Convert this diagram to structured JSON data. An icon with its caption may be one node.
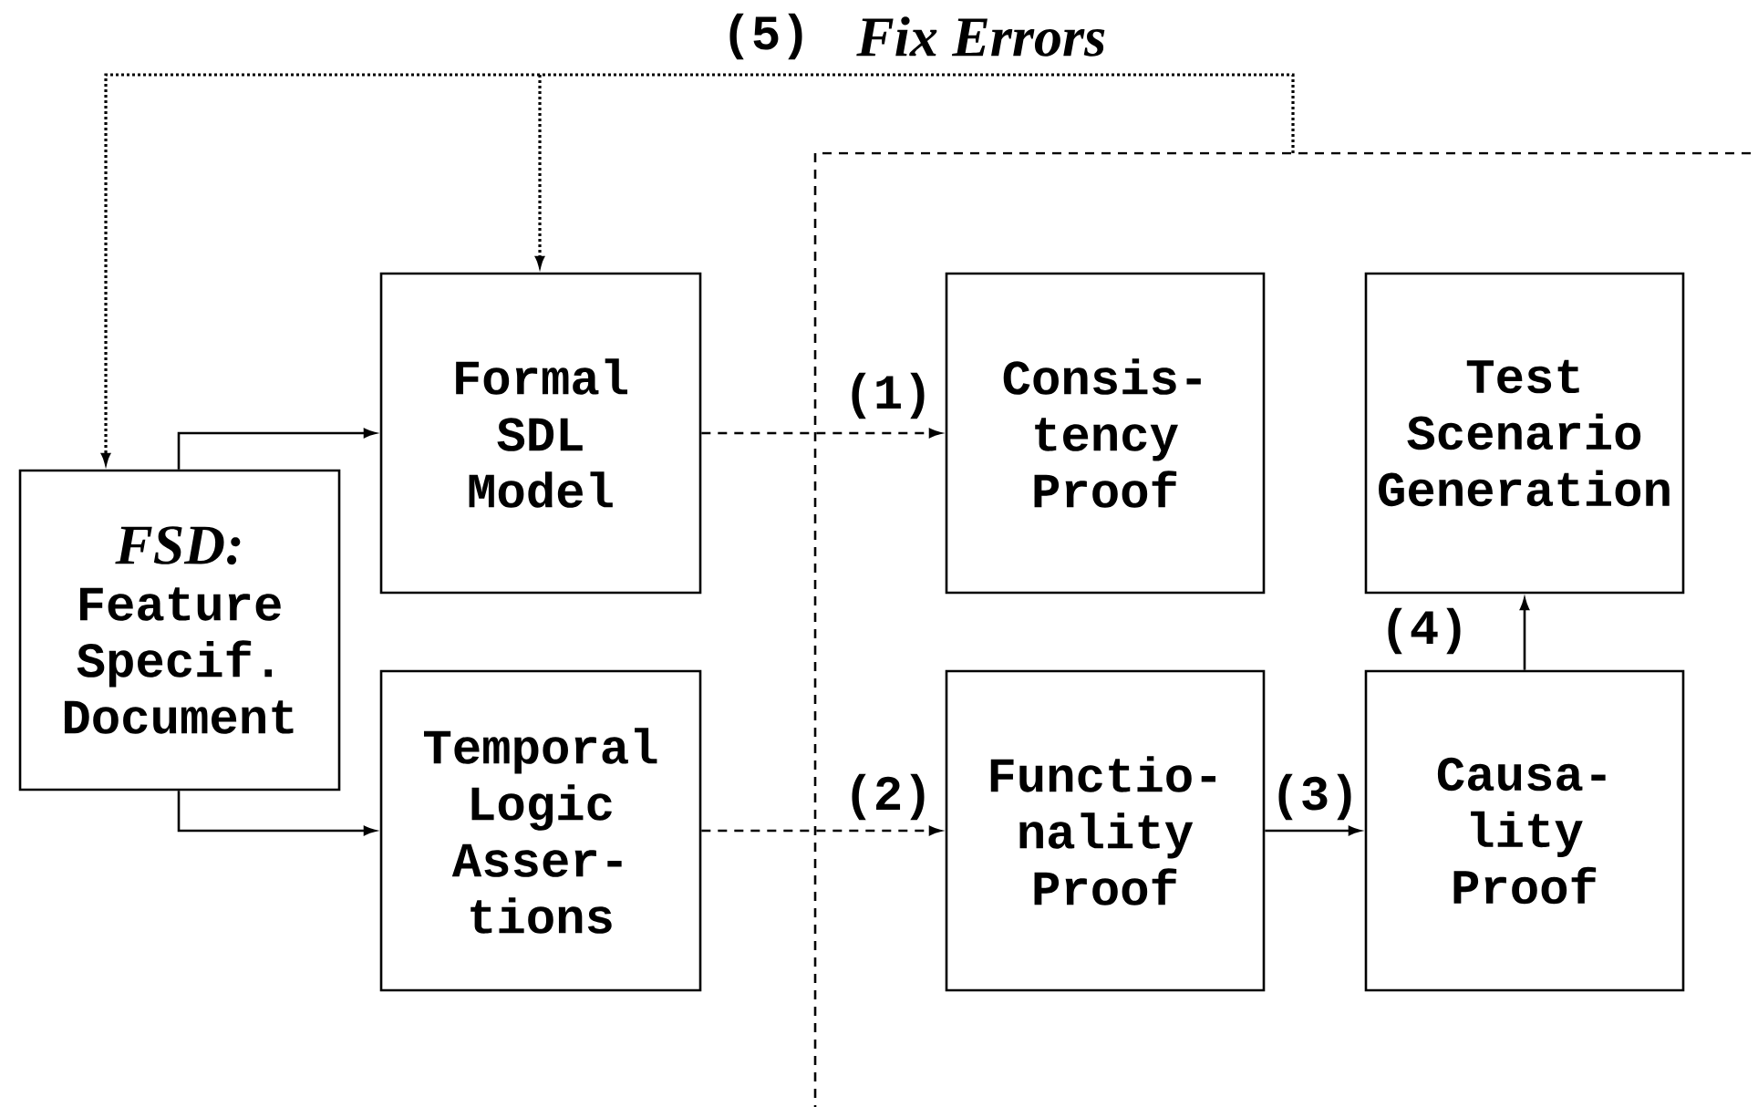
{
  "diagram": {
    "nodes": [
      {
        "text": [
          "FSD:",
          "Feature Specif. Document"
        ]
      },
      {
        "text": [
          "Formal SDL Model"
        ]
      },
      {
        "text": [
          "Temporal Logic Asser- tions"
        ]
      },
      {
        "text": [
          "Consis- tency Proof"
        ]
      },
      {
        "text": [
          "Test Scenario Generation"
        ]
      },
      {
        "text": [
          "Functio- nality Proof"
        ]
      },
      {
        "text": [
          "Causa- lity Proof"
        ]
      }
    ],
    "edges": [
      {
        "from": 0,
        "to": 1,
        "arrow": "to"
      },
      {
        "from": 0,
        "to": 2,
        "arrow": "to"
      },
      {
        "from": 1,
        "to": 3,
        "arrow": "to",
        "style": "dashed",
        "label": "(1)"
      },
      {
        "from": 2,
        "to": 5,
        "arrow": "to",
        "style": "dashed",
        "label": "(2)"
      },
      {
        "from": 5,
        "to": 6,
        "arrow": "to",
        "label": "(3)"
      },
      {
        "from": 6,
        "to": 4,
        "arrow": "to",
        "label": "(4)"
      },
      {
        "from": null,
        "to": 0,
        "arrow": "to",
        "style": "dashed",
        "label": "(5)"
      },
      {
        "from": null,
        "to": 1,
        "arrow": "to",
        "style": "dashed"
      }
    ],
    "labels": [
      "Fix Errors"
    ]
  }
}
